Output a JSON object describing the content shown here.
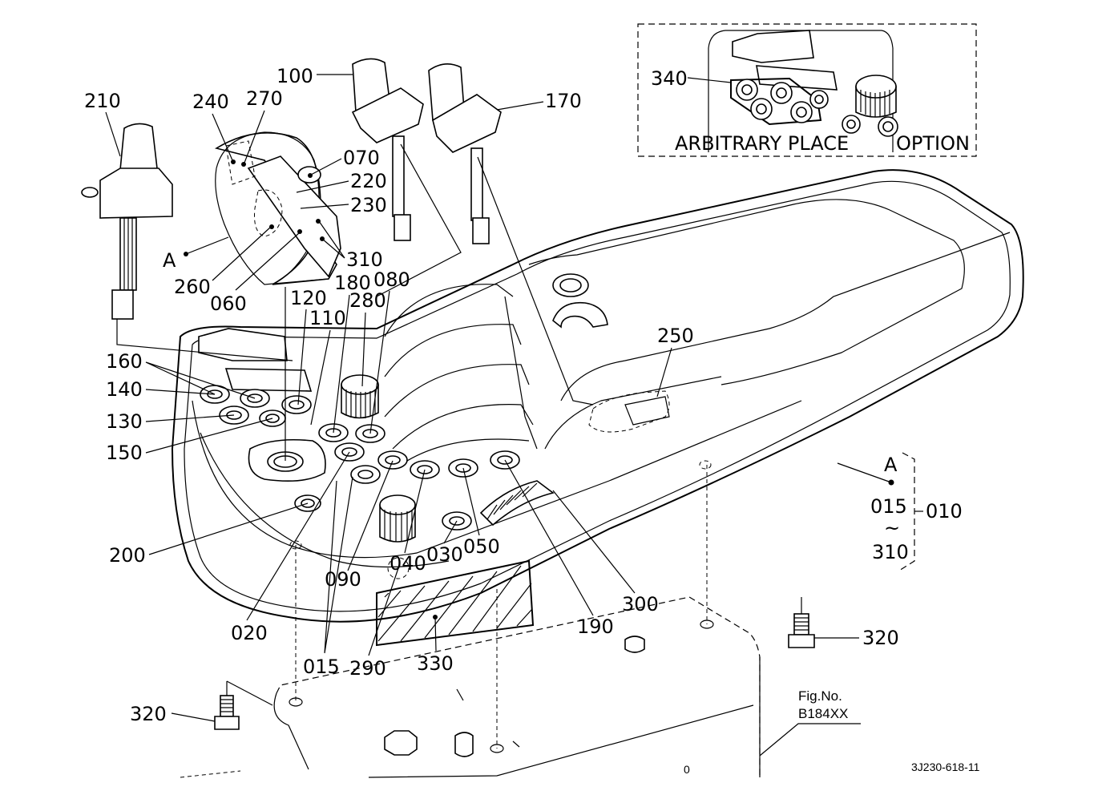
{
  "figure": {
    "fig_no_label": "Fig.No.",
    "fig_no_value": "B184XX",
    "drawing_code": "3J230-618-11"
  },
  "inset": {
    "part_label": "340",
    "caption_left": "ARBITRARY  PLACE",
    "caption_right": "OPTION"
  },
  "assembly": {
    "group_letter": "A",
    "group_letter_callout": "A",
    "range_start": "015",
    "range_tilde": "~",
    "range_end": "310",
    "assembly_number": "010"
  },
  "parts": {
    "p015": "015",
    "p020": "020",
    "p030": "030",
    "p040": "040",
    "p050": "050",
    "p060": "060",
    "p070": "070",
    "p080": "080",
    "p090": "090",
    "p100": "100",
    "p110": "110",
    "p120": "120",
    "p130": "130",
    "p140": "140",
    "p150": "150",
    "p160": "160",
    "p170": "170",
    "p180": "180",
    "p190": "190",
    "p200": "200",
    "p210": "210",
    "p220": "220",
    "p230": "230",
    "p240": "240",
    "p250": "250",
    "p260": "260",
    "p270": "270",
    "p280": "280",
    "p290": "290",
    "p300": "300",
    "p310": "310",
    "p320a": "320",
    "p320b": "320",
    "p330": "330"
  }
}
